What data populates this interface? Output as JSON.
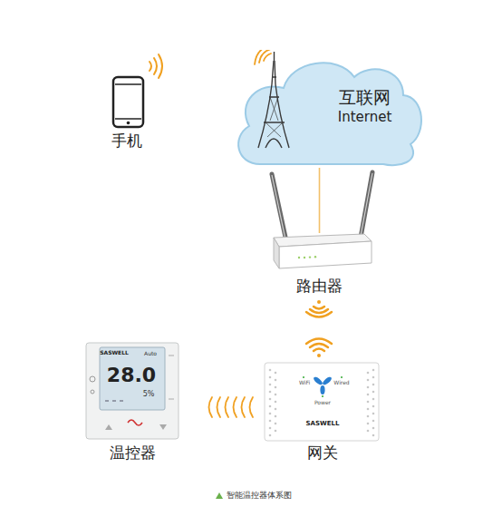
{
  "diagram": {
    "caption": "智能温控器体系图",
    "nodes": [
      {
        "text": [
          "手机"
        ]
      },
      {
        "text": [
          "互联网",
          "Internet"
        ]
      },
      {
        "text": [
          "路由器"
        ]
      },
      {
        "text": [
          "温控器"
        ]
      },
      {
        "text": [
          "网关"
        ]
      }
    ],
    "edges": [
      {
        "from": 1,
        "to": 2,
        "arrow": "none"
      }
    ],
    "labels": [
      "SASWELL",
      "Auto",
      "28.0",
      "5%",
      "WiFi",
      "Wired",
      "Power",
      "SASWELL"
    ]
  }
}
